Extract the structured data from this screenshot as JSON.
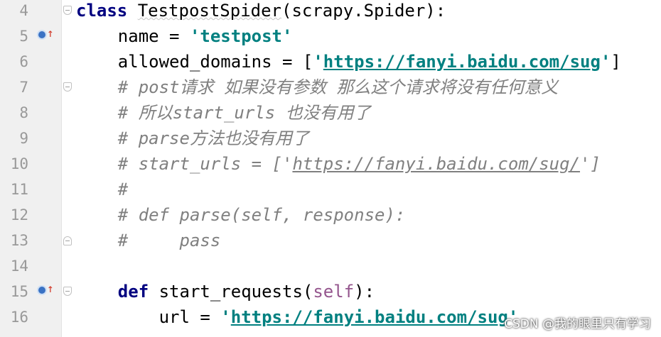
{
  "lines": [
    {
      "num": "4",
      "t0": "class",
      "t1": " ",
      "t2": "TestpostSpider",
      "t3": "(scrapy.Spider):"
    },
    {
      "num": "5",
      "t0": "    name = ",
      "t1": "'testpost'"
    },
    {
      "num": "6",
      "t0": "    allowed_domains = [",
      "t1": "'",
      "t2": "https://fanyi.baidu.com/sug",
      "t3": "'",
      "t4": "]"
    },
    {
      "num": "7",
      "t0": "    # post请求 如果没有参数 那么这个请求将没有任何意义"
    },
    {
      "num": "8",
      "t0": "    # 所以start_urls 也没有用了"
    },
    {
      "num": "9",
      "t0": "    # parse方法也没有用了"
    },
    {
      "num": "10",
      "t0": "    # start_urls = ['",
      "t1": "https://fanyi.baidu.com/sug/",
      "t2": "']"
    },
    {
      "num": "11",
      "t0": "    #"
    },
    {
      "num": "12",
      "t0": "    # def parse(self, response):"
    },
    {
      "num": "13",
      "t0": "    #     pass"
    },
    {
      "num": "14"
    },
    {
      "num": "15",
      "t0": "    ",
      "t1": "def",
      "t2": " start_requests(",
      "t3": "self",
      "t4": "):"
    },
    {
      "num": "16",
      "t0": "        url = ",
      "t1": "'",
      "t2": "https://fanyi.baidu.com/sug",
      "t3": "'"
    }
  ],
  "watermark": "CSDN @我的眼里只有学习"
}
